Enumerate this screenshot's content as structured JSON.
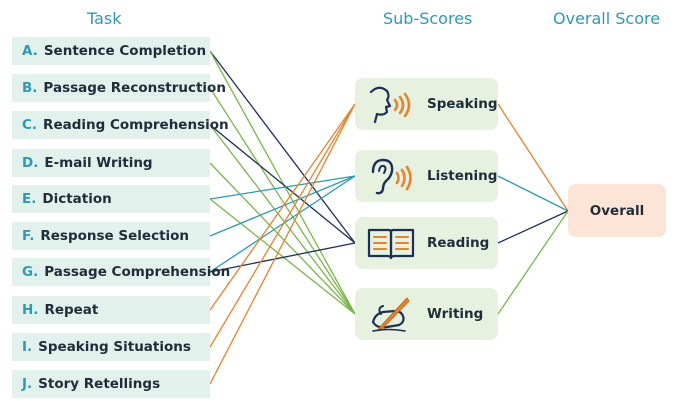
{
  "headers": {
    "task": "Task",
    "sub_scores": "Sub-Scores",
    "overall_score": "Overall Score"
  },
  "tasks": [
    {
      "letter": "A.",
      "label": "Sentence Completion"
    },
    {
      "letter": "B.",
      "label": "Passage Reconstruction"
    },
    {
      "letter": "C.",
      "label": "Reading Comprehension"
    },
    {
      "letter": "D.",
      "label": "E-mail Writing"
    },
    {
      "letter": "E.",
      "label": "Dictation"
    },
    {
      "letter": "F.",
      "label": "Response Selection"
    },
    {
      "letter": "G.",
      "label": "Passage Comprehension"
    },
    {
      "letter": "H.",
      "label": "Repeat"
    },
    {
      "letter": "I.",
      "label": "Speaking Situations"
    },
    {
      "letter": "J.",
      "label": "Story Retellings"
    }
  ],
  "sub_scores": [
    {
      "label": "Speaking",
      "icon": "speaking-icon",
      "color": "#e8832a"
    },
    {
      "label": "Listening",
      "icon": "listening-icon",
      "color": "#2a9bb5"
    },
    {
      "label": "Reading",
      "icon": "reading-icon",
      "color": "#1e2f55"
    },
    {
      "label": "Writing",
      "icon": "writing-icon",
      "color": "#7ab648"
    }
  ],
  "overall": {
    "label": "Overall"
  },
  "connections": [
    {
      "task": "A",
      "to": "Reading"
    },
    {
      "task": "A",
      "to": "Writing"
    },
    {
      "task": "B",
      "to": "Writing"
    },
    {
      "task": "C",
      "to": "Reading"
    },
    {
      "task": "C",
      "to": "Writing"
    },
    {
      "task": "D",
      "to": "Writing"
    },
    {
      "task": "E",
      "to": "Listening"
    },
    {
      "task": "E",
      "to": "Writing"
    },
    {
      "task": "F",
      "to": "Listening"
    },
    {
      "task": "G",
      "to": "Listening"
    },
    {
      "task": "G",
      "to": "Reading"
    },
    {
      "task": "H",
      "to": "Speaking"
    },
    {
      "task": "I",
      "to": "Speaking"
    },
    {
      "task": "J",
      "to": "Speaking"
    }
  ]
}
